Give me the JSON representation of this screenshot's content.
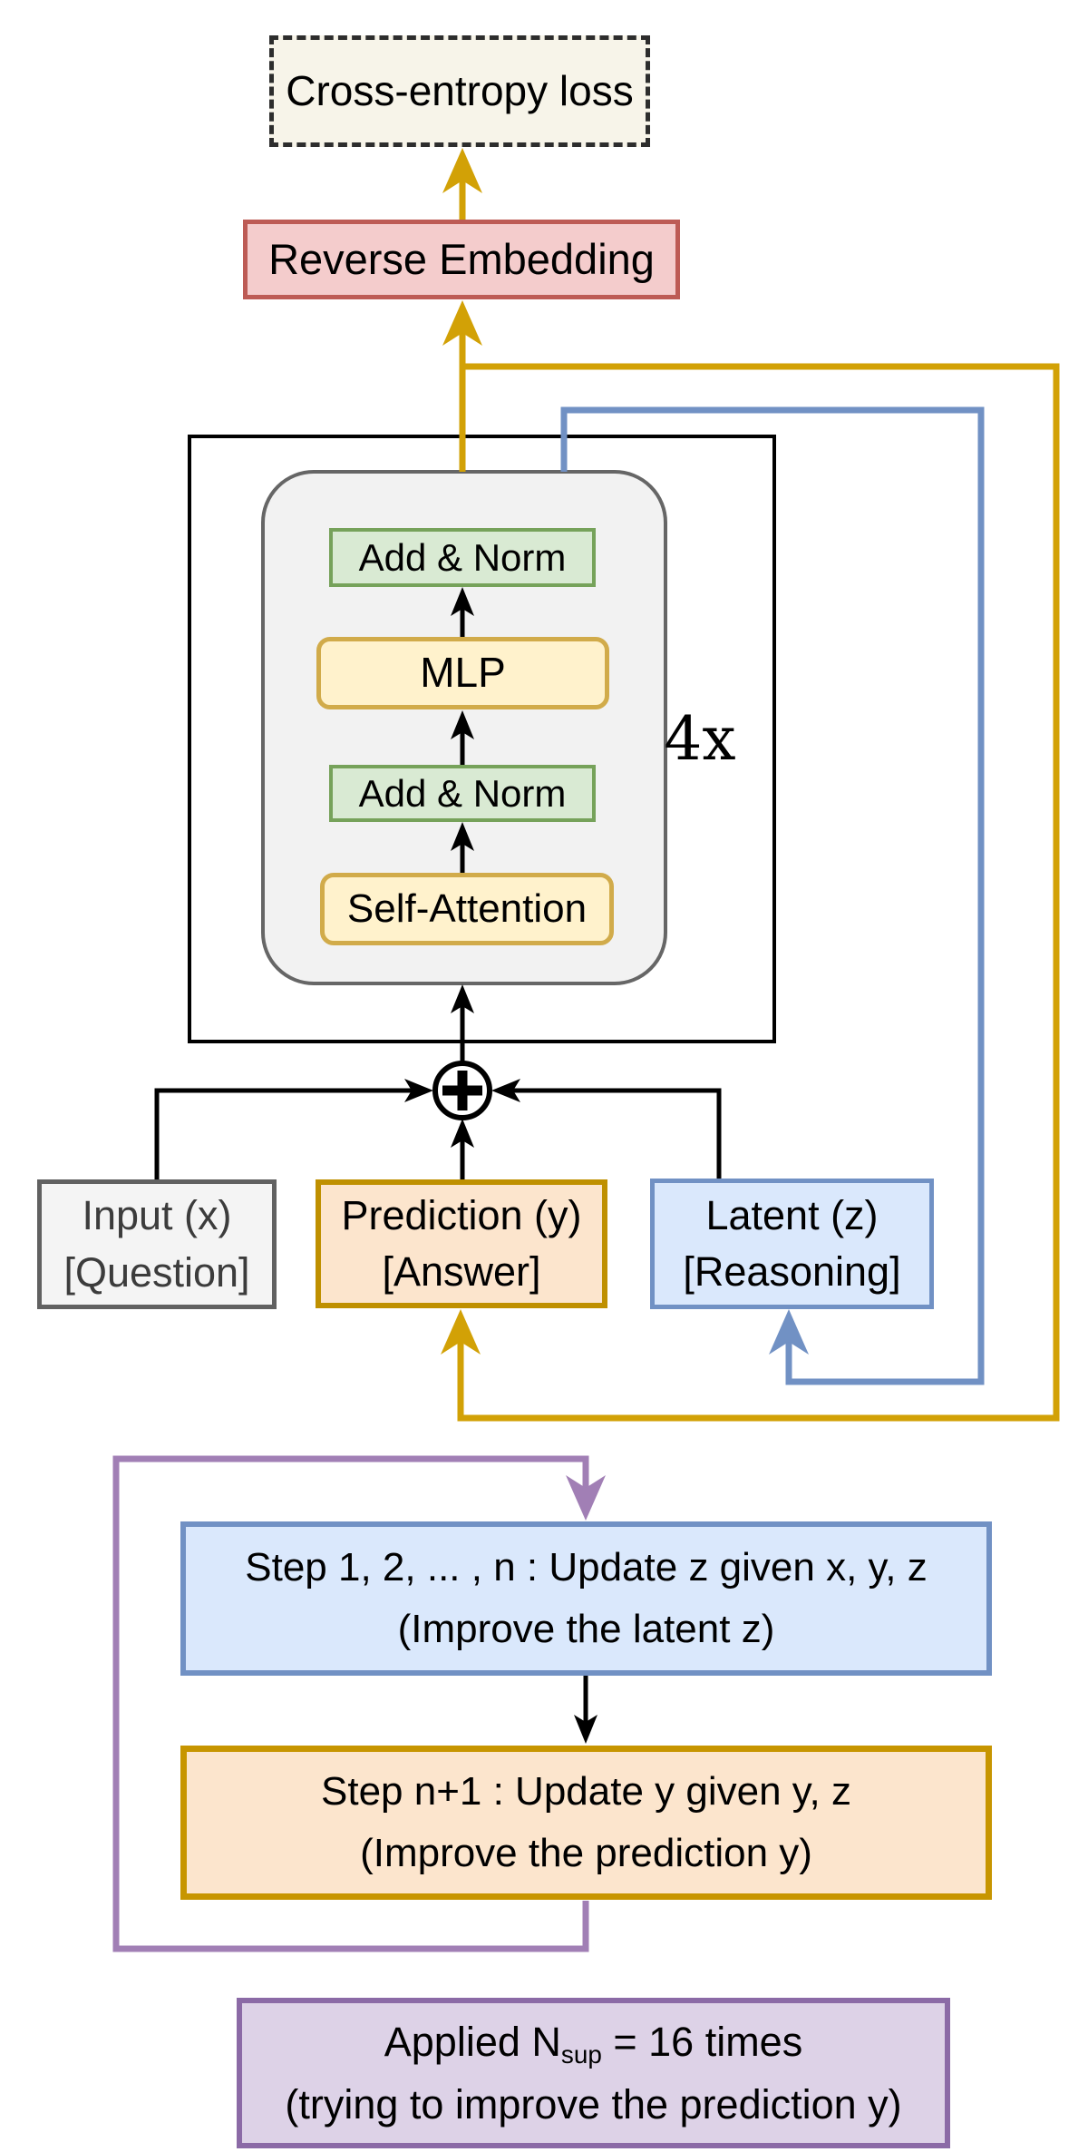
{
  "upper_diagram": {
    "loss_box": {
      "label": "Cross-entropy loss"
    },
    "reverse_embedding_box": {
      "label": "Reverse Embedding"
    },
    "transformer_block": {
      "repeat_label": "4x",
      "add_norm_top": {
        "label": "Add & Norm"
      },
      "mlp": {
        "label": "MLP"
      },
      "add_norm_bottom": {
        "label": "Add & Norm"
      },
      "self_attention": {
        "label": "Self-Attention"
      }
    },
    "sum_node": {
      "symbol": "+"
    },
    "input_box": {
      "line1": "Input (x)",
      "line2": "[Question]"
    },
    "prediction_box": {
      "line1": "Prediction (y)",
      "line2": "[Answer]"
    },
    "latent_box": {
      "line1": "Latent (z)",
      "line2": "[Reasoning]"
    }
  },
  "lower_diagram": {
    "update_z_box": {
      "line1": "Step 1, 2, ... , n : Update z given x, y, z",
      "line2": "(Improve the latent z)"
    },
    "update_y_box": {
      "line1": "Step n+1 : Update y given y, z",
      "line2": "(Improve the prediction y)"
    },
    "applied_box": {
      "line1_prefix": "Applied N",
      "line1_sub": "sup",
      "line1_suffix": " = 16 times",
      "line2": "(trying to improve the prediction y)"
    }
  },
  "colors": {
    "gold_arrow": "#d2a106",
    "blue_arrow": "#7191c4",
    "purple_arrow": "#a17fb5",
    "black_line": "#000000",
    "pink_fill": "#f4cccc",
    "pink_border": "#bd5b55",
    "green_fill": "#d9ead3",
    "green_border": "#76a25a",
    "yellow_fill": "#fff2cc",
    "yellow_border": "#d1ab4a",
    "peach_fill": "#fce5cd",
    "peach_border": "#bf9000",
    "blue_fill": "#dae8fc",
    "blue_border": "#7191c4",
    "purple_fill": "#ddd2e7",
    "purple_border": "#8b6aa6",
    "gray_fill": "#f4f4f4",
    "gray_border": "#616161",
    "block_fill": "#f2f2f2",
    "loss_fill": "#f7f4e9"
  }
}
